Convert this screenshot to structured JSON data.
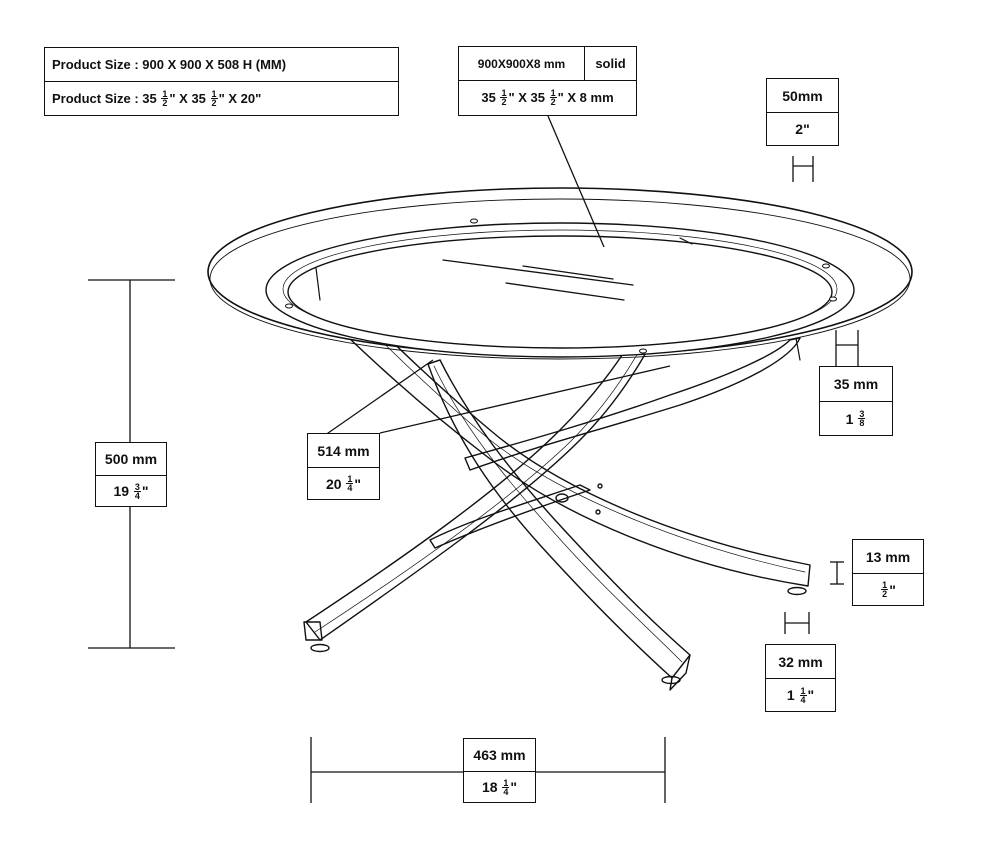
{
  "product_size": {
    "metric": "Product Size : 900 X 900 X 508 H (MM)",
    "imperial_prefix": "Product Size : 35",
    "imperial_mid1": "\" X 35",
    "imperial_mid2": "\" X  20\"",
    "half_num": "1",
    "half_den": "2"
  },
  "glass": {
    "dims_mm": "900X900X8 mm",
    "type": "solid",
    "imperial_a": "35",
    "imperial_b": "\" X 35",
    "imperial_c": "\" X 8 mm",
    "frac_num": "1",
    "frac_den": "2"
  },
  "callouts": {
    "top_thickness": {
      "mm": "50mm",
      "inch": "2\""
    },
    "ring_width": {
      "mm": "35 mm",
      "inch_whole": "1",
      "frac_num": "3",
      "frac_den": "8"
    },
    "height": {
      "mm": "500 mm",
      "inch_whole": "19",
      "frac_num": "3",
      "frac_den": "4",
      "inch_suffix": "\""
    },
    "leg_span": {
      "mm": "514 mm",
      "inch_whole": "20",
      "frac_num": "1",
      "frac_den": "4",
      "inch_suffix": "\""
    },
    "foot_height": {
      "mm": "13 mm",
      "frac_num": "1",
      "frac_den": "2",
      "inch_suffix": "\""
    },
    "foot_width": {
      "mm": "32 mm",
      "inch_whole": "1",
      "frac_num": "1",
      "frac_den": "4",
      "inch_suffix": "\""
    },
    "base_width": {
      "mm": "463 mm",
      "inch_whole": "18",
      "frac_num": "1",
      "frac_den": "4",
      "inch_suffix": "\""
    }
  },
  "colors": {
    "line": "#111111",
    "background": "#ffffff"
  }
}
